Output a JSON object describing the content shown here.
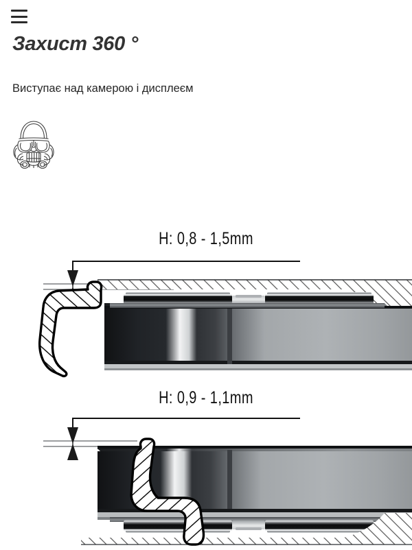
{
  "header": {
    "menu_icon": "hamburger-menu-icon",
    "title": "Захист 360 °",
    "subtitle": "Виступає над камерою і дисплеєм"
  },
  "brand": {
    "logo_icon": "stormtrooper-helmet-icon"
  },
  "diagrams": [
    {
      "id": "camera-protrusion",
      "label": "H: 0,8 - 1,5mm",
      "caption_icon": "dimension-arrow-icon",
      "description": "Cross-section of phone camera bump with case lip"
    },
    {
      "id": "display-protrusion",
      "label": "H: 0,9 - 1,1mm",
      "caption_icon": "dimension-arrow-icon",
      "description": "Cross-section of phone display edge with case lip"
    }
  ],
  "colors": {
    "title": "#333333",
    "text": "#262626",
    "line": "#111111",
    "background": "#ffffff",
    "body_dark": "#1d1f21",
    "body_mid": "#9a9da0",
    "body_light": "#d8dadc"
  }
}
